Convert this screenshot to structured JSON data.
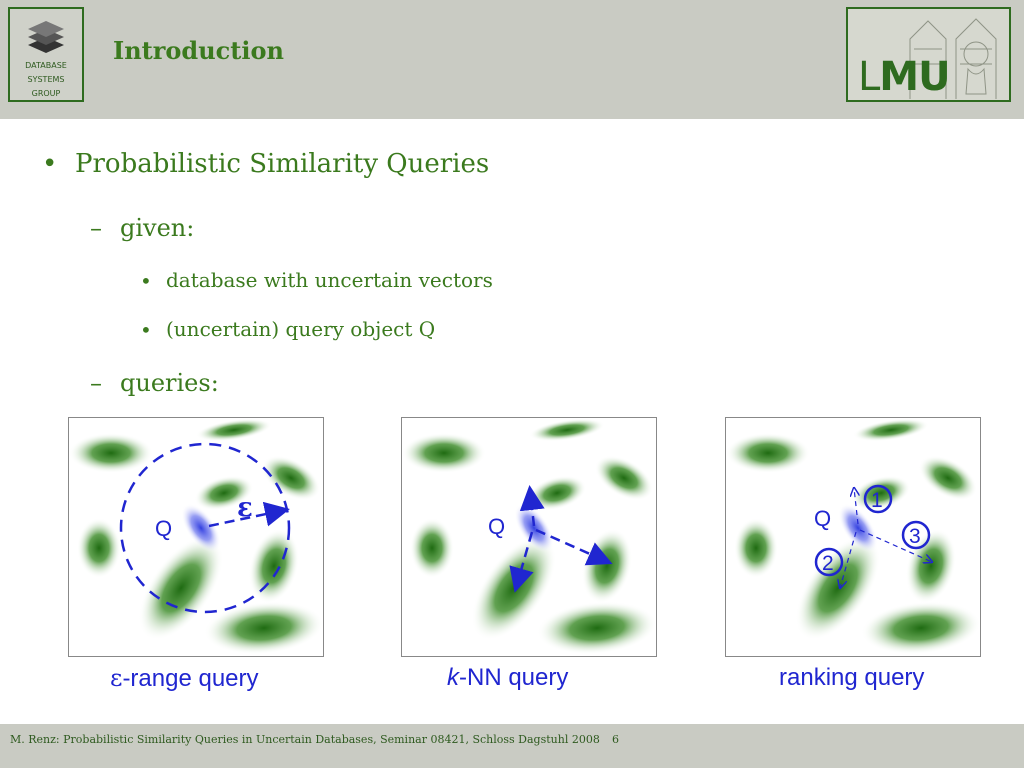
{
  "header": {
    "title": "Introduction",
    "logo_left_lines": [
      "DATABASE",
      "SYSTEMS",
      "GROUP"
    ],
    "logo_right_text": {
      "light": "L",
      "bold": "MU"
    }
  },
  "content": {
    "bullet1": "Probabilistic Similarity Queries",
    "given_label": "given:",
    "given_items": [
      "database with uncertain vectors",
      "(uncertain) query object Q"
    ],
    "queries_label": "queries:"
  },
  "figures": [
    {
      "query_label": "Q",
      "epsilon": "ε",
      "caption_pre": "ε",
      "caption_post": "-range query"
    },
    {
      "query_label": "Q",
      "caption_pre": "k",
      "caption_post": "-NN query"
    },
    {
      "query_label": "Q",
      "ranks": [
        "1",
        "2",
        "3"
      ],
      "caption": "ranking query"
    }
  ],
  "footer": {
    "text": "M. Renz: Probabilistic Similarity Queries in Uncertain Databases, Seminar 08421, Schloss Dagstuhl 2008",
    "page": "6"
  },
  "colors": {
    "green": "#3b7a1e",
    "blue": "#2026d0",
    "header_bg": "#c9cbc3"
  }
}
